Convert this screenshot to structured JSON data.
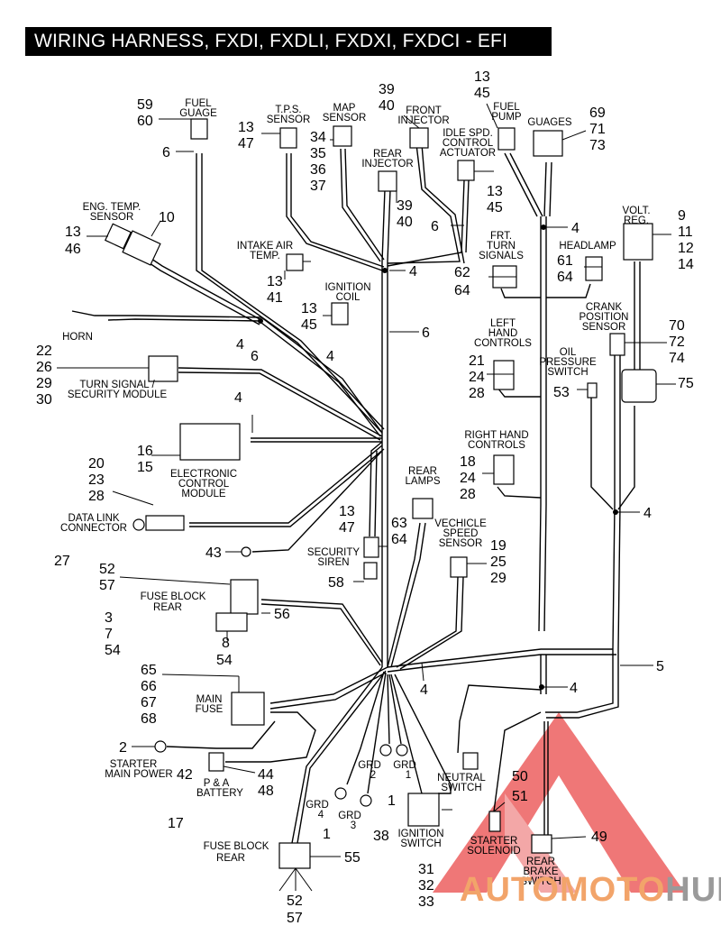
{
  "title": "WIRING HARNESS, FXDI, FXDLI, FXDXI, FXDCI - EFI",
  "labels": {
    "fuel_gauge": [
      "FUEL",
      "GUAGE"
    ],
    "tps_sensor": [
      "T.P.S.",
      "SENSOR"
    ],
    "map_sensor": [
      "MAP",
      "SENSOR"
    ],
    "front_injector": [
      "FRONT",
      "INJECTOR"
    ],
    "fuel_pump": [
      "FUEL",
      "PUMP"
    ],
    "guages": [
      "GUAGES"
    ],
    "idle_speed": [
      "IDLE  SPD.",
      "CONTROL",
      "ACTUATOR"
    ],
    "rear_injector": [
      "REAR",
      "INJECTOR"
    ],
    "volt_reg": [
      "VOLT.",
      "REG."
    ],
    "eng_temp": [
      "ENG. TEMP.",
      "SENSOR"
    ],
    "intake_air": [
      "INTAKE   AIR",
      "TEMP."
    ],
    "frt_turn": [
      "FRT.",
      "TURN",
      "SIGNALS"
    ],
    "headlamp": [
      "HEADLAMP"
    ],
    "ignition_coil": [
      "IGNITION",
      "COIL"
    ],
    "crank_position": [
      "CRANK",
      "POSITION",
      "SENSOR"
    ],
    "horn": [
      "HORN"
    ],
    "left_hand": [
      "LEFT",
      "HAND",
      "CONTROLS"
    ],
    "oil_pressure": [
      "OIL",
      "PRESSURE",
      "SWITCH"
    ],
    "turn_signal": [
      "TURN SIGNAL /",
      "SECURITY MODULE"
    ],
    "ecm": [
      "ELECTRONIC",
      "CONTROL",
      "MODULE"
    ],
    "right_hand": [
      "RIGHT HAND",
      "CONTROLS"
    ],
    "rear_lamps": [
      "REAR",
      "LAMPS"
    ],
    "data_link": [
      "DATA LINK",
      "CONNECTOR"
    ],
    "vehicle_speed": [
      "VECHICLE",
      "SPEED",
      "SENSOR"
    ],
    "security_siren": [
      "SECURITY",
      "SIREN"
    ],
    "fuse_block_rear": [
      "FUSE BLOCK",
      "REAR"
    ],
    "main_fuse": [
      "MAIN",
      "FUSE"
    ],
    "starter_main": [
      "STARTER",
      "MAIN POWER"
    ],
    "pa_battery": [
      "P & A",
      "BATTERY"
    ],
    "neutral_switch": [
      "NEUTRAL",
      "SWITCH"
    ],
    "grd1": [
      "GRD",
      "1"
    ],
    "grd2": [
      "GRD",
      "2"
    ],
    "grd3": [
      "GRD",
      "3"
    ],
    "grd4": [
      "GRD",
      "4"
    ],
    "ignition_switch": [
      "IGNITION",
      "SWITCH"
    ],
    "starter_solenoid": [
      "STARTER",
      "SOLENOID"
    ],
    "rear_brake": [
      "REAR",
      "BRAKE",
      "SWITCH"
    ],
    "fuse_block_rear_2": [
      "FUSE BLOCK",
      "REAR"
    ]
  },
  "callouts": {
    "c59": "59",
    "c60": "60",
    "c6a": "6",
    "c13a": "13",
    "c47a": "47",
    "c34": "34",
    "c35": "35",
    "c36": "36",
    "c37": "37",
    "c39a": "39",
    "c40a": "40",
    "c13b": "13",
    "c45a": "45",
    "c69": "69",
    "c71": "71",
    "c73": "73",
    "c39b": "39",
    "c40b": "40",
    "c13c": "13",
    "c45b": "45",
    "c6b": "6",
    "c4a": "4",
    "c9": "9",
    "c11": "11",
    "c12": "12",
    "c14": "14",
    "c10": "10",
    "c13d": "13",
    "c46": "46",
    "c13e": "13",
    "c41": "41",
    "c4b": "4",
    "c62": "62",
    "c64a": "64",
    "c61": "61",
    "c64b": "64",
    "c13f": "13",
    "c45c": "45",
    "c4c": "4",
    "c6c": "6",
    "c6d": "6",
    "c70": "70",
    "c72": "72",
    "c74": "74",
    "c22": "22",
    "c26": "26",
    "c29a": "29",
    "c30": "30",
    "c4d": "4",
    "c21": "21",
    "c24a": "24",
    "c28a": "28",
    "c53": "53",
    "c75": "75",
    "c4e": "4",
    "c16": "16",
    "c15": "15",
    "c18": "18",
    "c24b": "24",
    "c28b": "28",
    "c20": "20",
    "c23": "23",
    "c28c": "28",
    "c4f": "4",
    "c27": "27",
    "c63": "63",
    "c64c": "64",
    "c13g": "13",
    "c47b": "47",
    "c19": "19",
    "c25": "25",
    "c29b": "29",
    "c43": "43",
    "c58": "58",
    "c52a": "52",
    "c57a": "57",
    "c3": "3",
    "c7": "7",
    "c54a": "54",
    "c56": "56",
    "c8": "8",
    "c54b": "54",
    "c5": "5",
    "c65": "65",
    "c66": "66",
    "c67": "67",
    "c68": "68",
    "c4g": "4",
    "c4h": "4",
    "c2": "2",
    "c42": "42",
    "c44": "44",
    "c48": "48",
    "c17": "17",
    "c1a": "1",
    "c1b": "1",
    "c38": "38",
    "c50": "50",
    "c51": "51",
    "c31": "31",
    "c32": "32",
    "c33": "33",
    "c49": "49",
    "c55": "55",
    "c52b": "52",
    "c57b": "57"
  },
  "watermark": {
    "part1": "AUTO",
    "part2": "MOTO",
    "part3": "HUB",
    "color": "#e23b3b"
  }
}
